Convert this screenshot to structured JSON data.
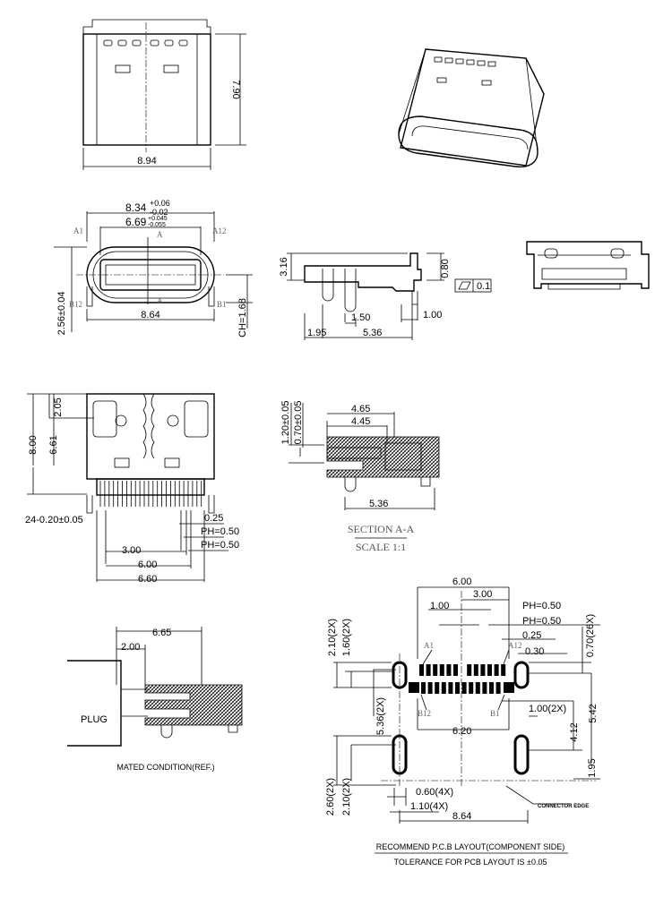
{
  "top_view": {
    "width": "8.94",
    "height": "7.90"
  },
  "front_view": {
    "outer_width": "8.34",
    "outer_tol_plus": "+0.06",
    "outer_tol_minus": "-0.02",
    "inner_width": "6.69",
    "inner_tol_plus": "+0.045",
    "inner_tol_minus": "-0.055",
    "pin_a1": "A1",
    "pin_a12": "A12",
    "pin_b12": "B12",
    "pin_b1": "B1",
    "section_mark_top": "A",
    "section_mark_bottom": "A",
    "body_width": "8.64",
    "height": "2.56±0.04",
    "center_height": "CH=1.68"
  },
  "side_view": {
    "height": "3.16",
    "tab": "0.80",
    "flatness": "0.1",
    "d1": "1.50",
    "d2": "1.00",
    "d3": "1.95",
    "d4": "5.36"
  },
  "bottom_view": {
    "d205": "2.05",
    "d800": "8.00",
    "d661": "6.61",
    "pins": "24-0.20±0.05",
    "d025": "0.25",
    "ph1": "PH=0.50",
    "ph2": "PH=0.50",
    "d300": "3.00",
    "d600": "6.00",
    "d660": "6.60"
  },
  "section": {
    "d120": "1.20±0.05",
    "d070": "0.70±0.05",
    "d465": "4.65",
    "d445": "4.45",
    "d536": "5.36",
    "title": "SECTION A-A",
    "scale": "SCALE 1:1"
  },
  "mated": {
    "d665": "6.65",
    "d200": "2.00",
    "plug": "PLUG",
    "caption": "MATED CONDITION(REF.)"
  },
  "pcb": {
    "d600": "6.00",
    "d300": "3.00",
    "d100": "1.00",
    "ph1": "PH=0.50",
    "ph2": "PH=0.50",
    "d025": "0.25",
    "d030": "0.30",
    "a1": "A1",
    "a12": "A12",
    "b12": "B12",
    "b1": "B1",
    "d210a": "2.10(2X)",
    "d160": "1.60(2X)",
    "d070": "0.70(26X)",
    "d100b": "1.00(2X)",
    "d542": "5.42",
    "d412": "4.12",
    "d536": "5.36(2X)",
    "d620": "6.20",
    "d195": "1.95",
    "d260": "2.60(2X)",
    "d210b": "2.10(2X)",
    "d060": "0.60(4X)",
    "d110": "1.10(4X)",
    "edge": "CONNECTOR EDGE",
    "d864": "8.64",
    "title": "RECOMMEND P.C.B LAYOUT(COMPONENT SIDE)",
    "tolerance": "TOLERANCE FOR PCB LAYOUT IS ±0.05"
  }
}
